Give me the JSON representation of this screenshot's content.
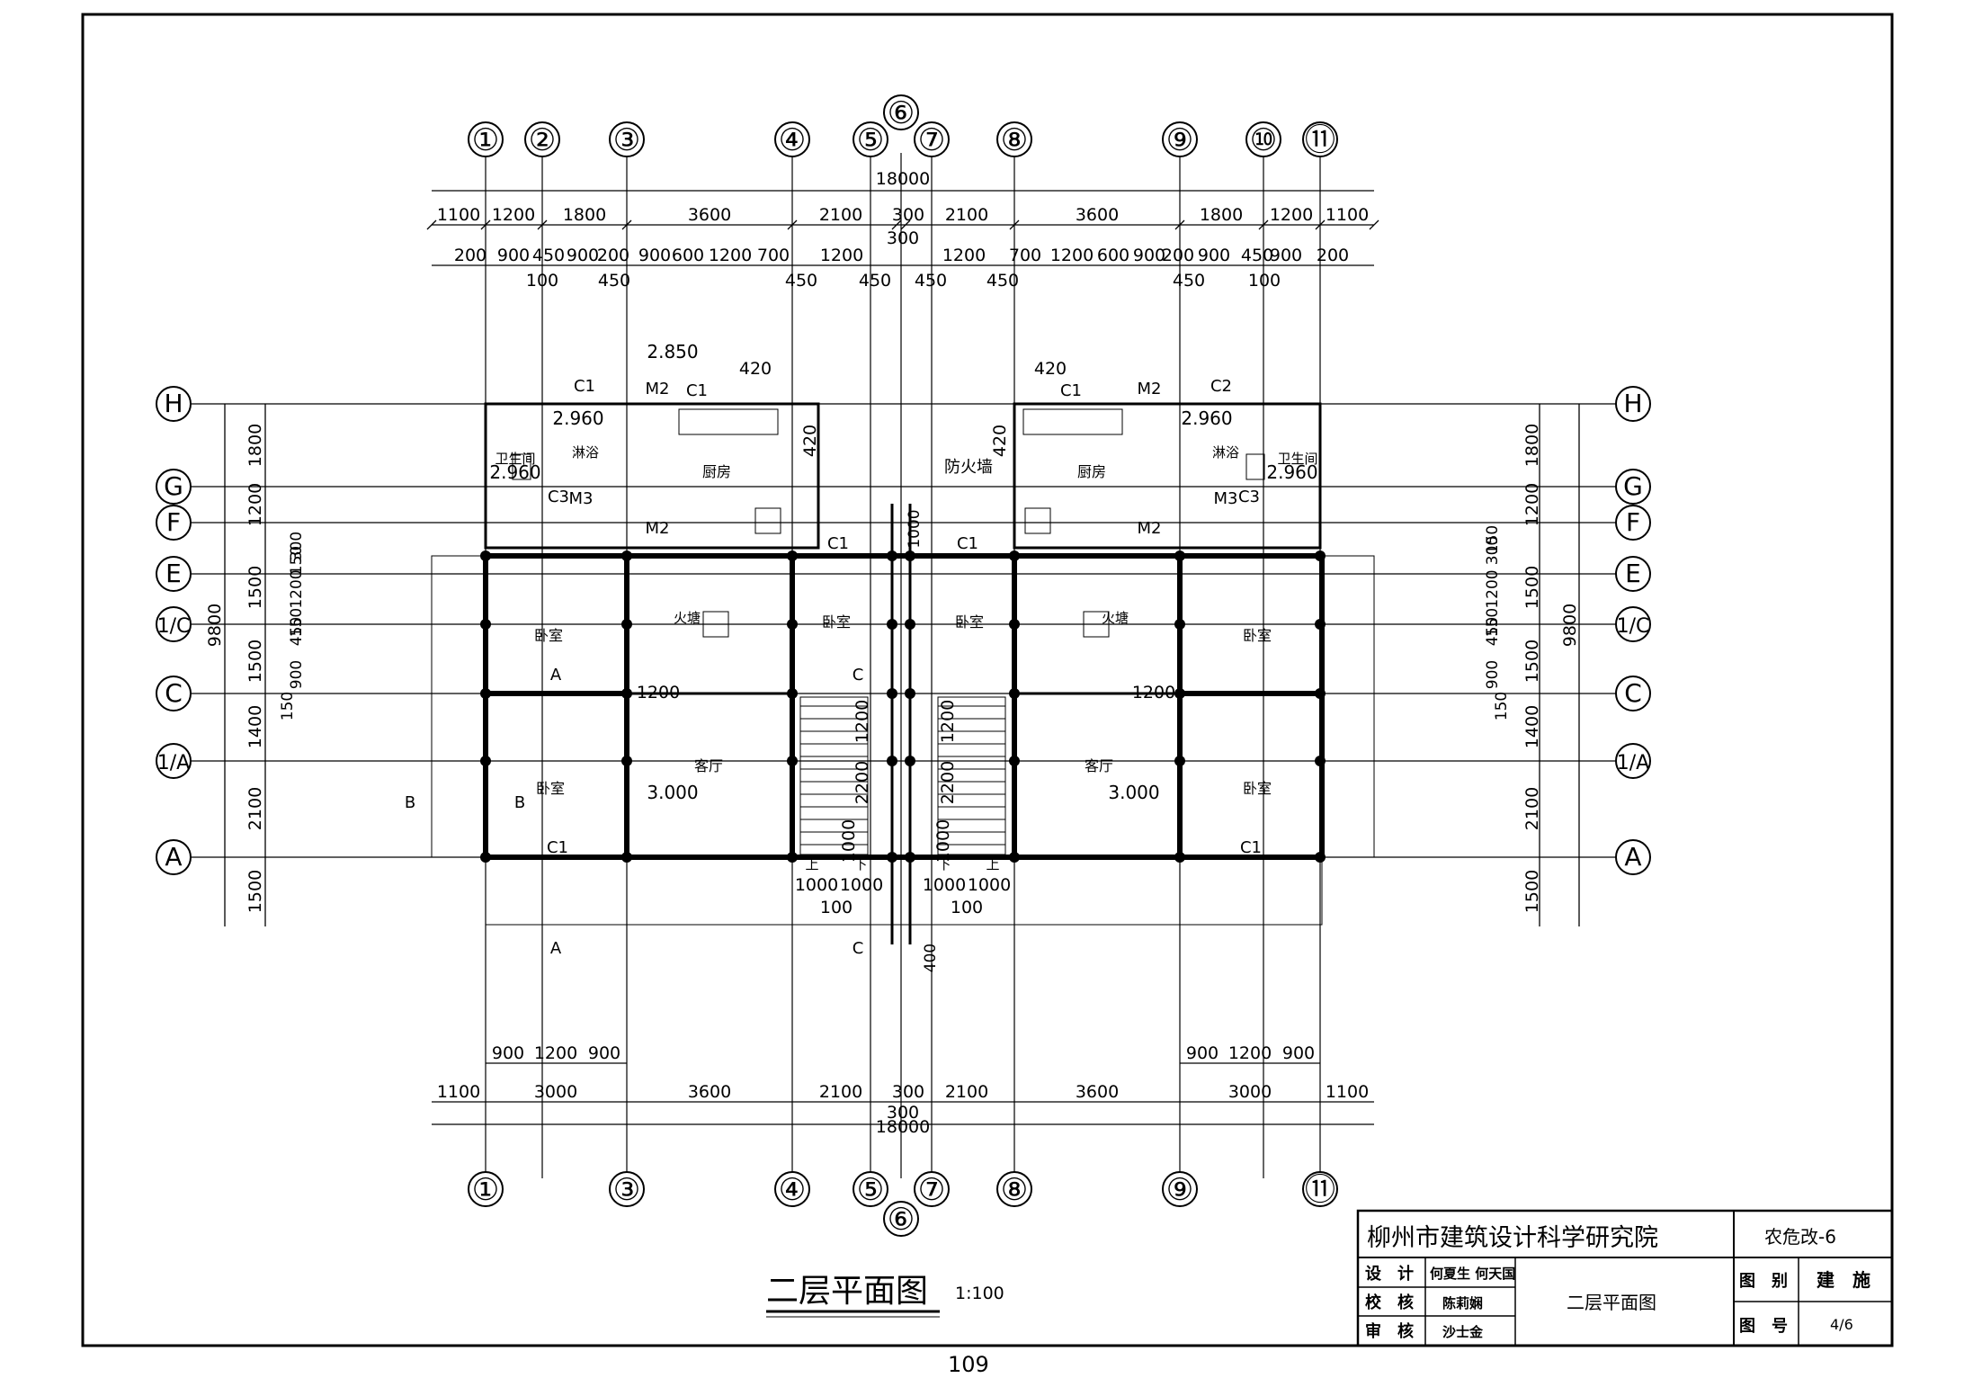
{
  "grid_axes_top": [
    "①",
    "②",
    "③",
    "④",
    "⑤",
    "⑥",
    "⑦",
    "⑧",
    "⑨",
    "⑩",
    "⑪"
  ],
  "grid_axes_bottom": [
    "①",
    "③",
    "④",
    "⑤",
    "⑥",
    "⑦",
    "⑧",
    "⑨",
    "⑪"
  ],
  "grid_axes_side": [
    "H",
    "G",
    "F",
    "E",
    "1/C",
    "C",
    "1/A",
    "A"
  ],
  "dims": {
    "total": "18000",
    "top_row1": [
      "1100",
      "1200",
      "1800",
      "3600",
      "2100",
      "300",
      "2100",
      "3600",
      "1800",
      "1200",
      "1100"
    ],
    "top_row2_left": [
      "200",
      "900",
      "450",
      "900",
      "200",
      "900",
      "600",
      "1200",
      "700",
      "1200"
    ],
    "top_row2_right": [
      "1200",
      "700",
      "1200",
      "600",
      "900",
      "200",
      "900",
      "450",
      "900",
      "200"
    ],
    "top_row3_left": [
      "100",
      "450",
      "450",
      "450"
    ],
    "top_row3_right": [
      "450",
      "450",
      "450",
      "100"
    ],
    "mid_300": "300",
    "bottom_row1": [
      "900",
      "1200",
      "900",
      "900",
      "1200",
      "900"
    ],
    "bottom_row2": [
      "1100",
      "3000",
      "3600",
      "2100",
      "300",
      "2100",
      "3600",
      "3000",
      "1100"
    ],
    "left_vertical": [
      "1800",
      "1200",
      "1500",
      "1500",
      "1400",
      "2100",
      "1500"
    ],
    "left_inner": [
      "300",
      "150",
      "1200",
      "450",
      "150",
      "900"
    ],
    "right_vertical": [
      "1800",
      "1200",
      "1500",
      "1500",
      "1400",
      "2100",
      "1500"
    ],
    "right_inner": [
      "150",
      "300",
      "1200",
      "450",
      "150",
      "900"
    ],
    "total_height": "9800",
    "height_150": "150",
    "stair": [
      "1000",
      "1000",
      "100",
      "1000",
      "1000",
      "100",
      "1200",
      "2200",
      "1000",
      "1200",
      "2200",
      "1000"
    ],
    "bottom_400": "400",
    "door_1200": "1200",
    "kitchen_420": "420"
  },
  "elevations": [
    "2.850",
    "2.960",
    "2.960",
    "2.960",
    "2.960",
    "3.000",
    "3.000"
  ],
  "labels": {
    "kitchen": "厨房",
    "toilet": "卫生间",
    "shower": "淋浴",
    "bedroom": "卧室",
    "living": "客厅",
    "fire_pit": "火塘",
    "firewall": "防火墙",
    "up": "上",
    "down": "下"
  },
  "openings": [
    "C1",
    "C2",
    "C3",
    "M2",
    "M3"
  ],
  "sections": [
    "A",
    "B",
    "C"
  ],
  "title_block": {
    "institute": "柳州市建筑设计科学研究院",
    "project": "农危改-6",
    "drawing_name": "二层平面图",
    "rows": [
      {
        "role": "设　计",
        "names": "何夏生 何天国"
      },
      {
        "role": "校　核",
        "names": "陈莉娴"
      },
      {
        "role": "审　核",
        "names": "沙士金"
      }
    ],
    "category_label": "图　别",
    "category_value": "建　施",
    "number_label": "图　号",
    "number_value": "4/6"
  },
  "drawing_title": "二层平面图",
  "scale": "1:100",
  "page_number": "109"
}
